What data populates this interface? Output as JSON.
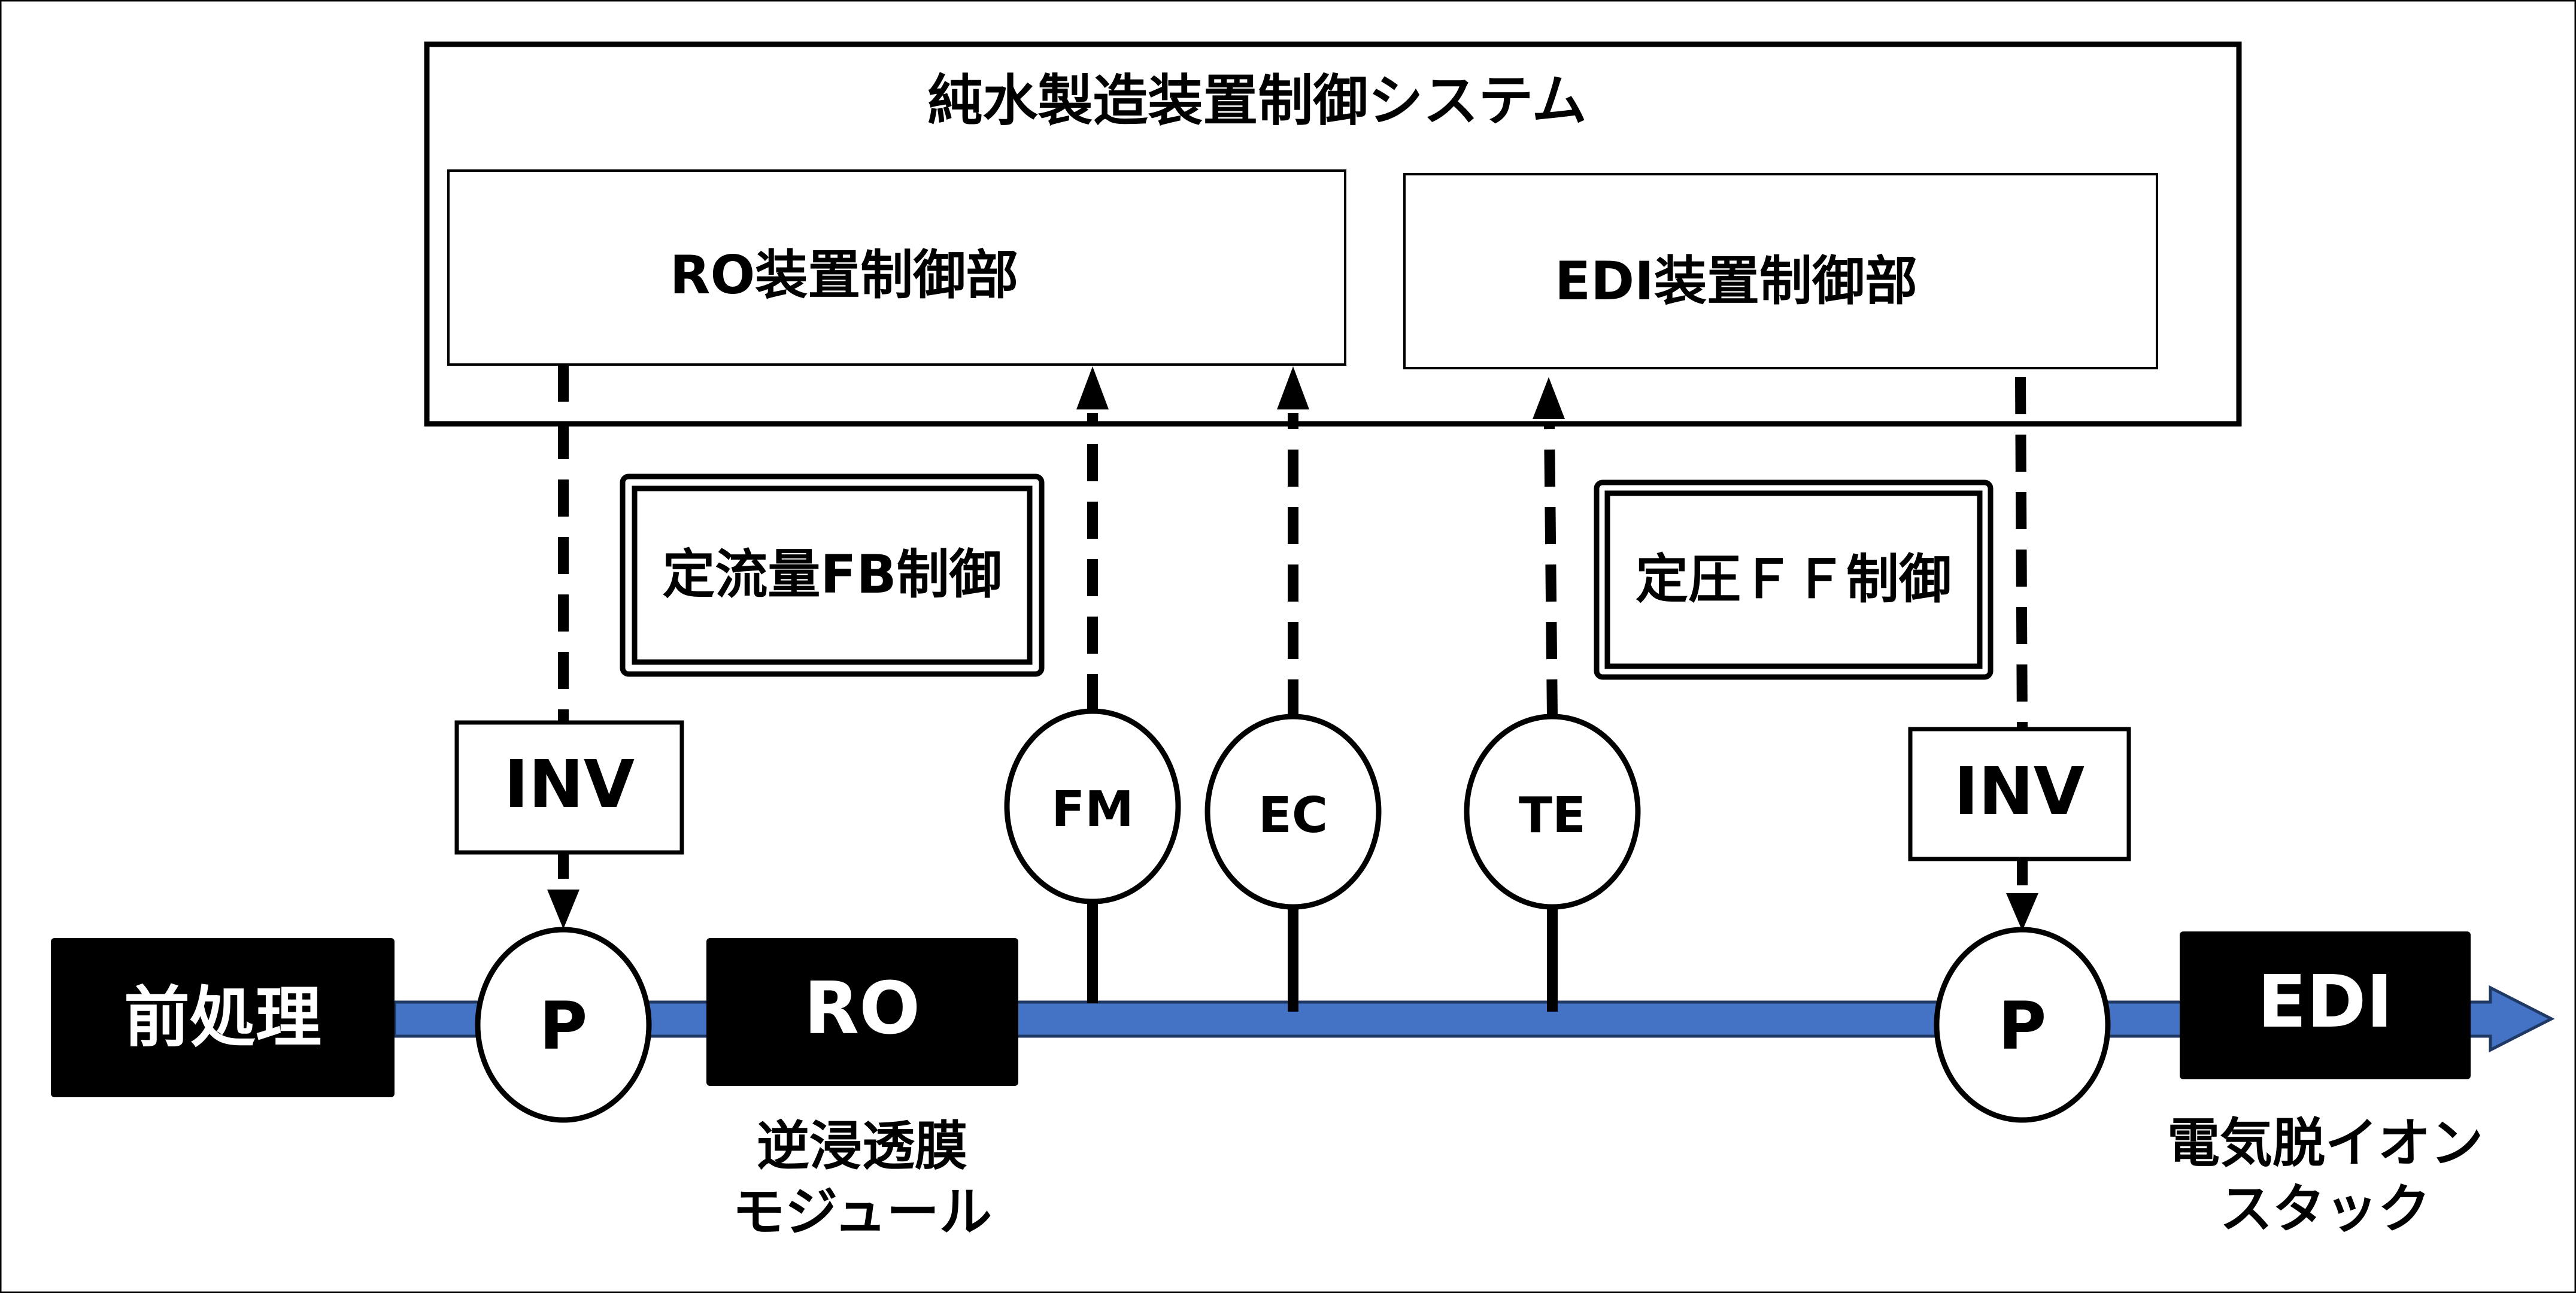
{
  "title": "純水製造装置制御システム",
  "colors": {
    "pipe_fill": "#4472C4",
    "pipe_stroke": "#1F3864",
    "block_fill": "#000000",
    "line": "#000000",
    "background": "#FFFFFF"
  },
  "control_units": {
    "ro": "RO装置制御部",
    "edi": "EDI装置制御部"
  },
  "control_modes": {
    "ro": "定流量FB制御",
    "edi": "定圧ＦＦ制御"
  },
  "inverters": {
    "ro": "INV",
    "edi": "INV"
  },
  "sensors": {
    "fm": "FM",
    "ec": "EC",
    "te": "TE"
  },
  "pumps": {
    "ro": "P",
    "edi": "P"
  },
  "process_units": {
    "pretreatment": "前処理",
    "ro": "RO",
    "edi": "EDI"
  },
  "captions": {
    "ro_line1": "逆浸透膜",
    "ro_line2": "モジュール",
    "edi_line1": "電気脱イオン",
    "edi_line2": "スタック"
  }
}
